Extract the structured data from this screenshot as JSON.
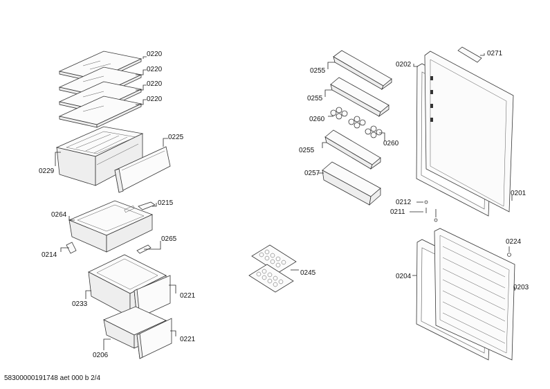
{
  "labels": {
    "shelf_a": "0220",
    "shelf_b": "0220",
    "shelf_c": "0220",
    "shelf_d": "0220",
    "cover_panel": "0225",
    "crisper_frame": "0229",
    "flap": "0215",
    "tray": "0264",
    "clip_left": "0214",
    "clip_right": "0265",
    "drawer_top": "0233",
    "front_top": "0221",
    "front_bottom": "0221",
    "drawer_bottom": "0206",
    "egg_trays": "0245",
    "bottle_shelf": "0257",
    "door_shelf_a": "0255",
    "door_shelf_b": "0255",
    "door_shelf_c": "0255",
    "egg_holder_a": "0260",
    "egg_holder_b": "0260",
    "gasket_top": "0202",
    "logo_plate": "0271",
    "door_top": "0201",
    "screw_a": "0212",
    "screw_b": "0211",
    "cap": "0224",
    "gasket_bottom": "0204",
    "door_bottom": "0203"
  },
  "footer": "58300000191748 aet 000 b 2/4"
}
